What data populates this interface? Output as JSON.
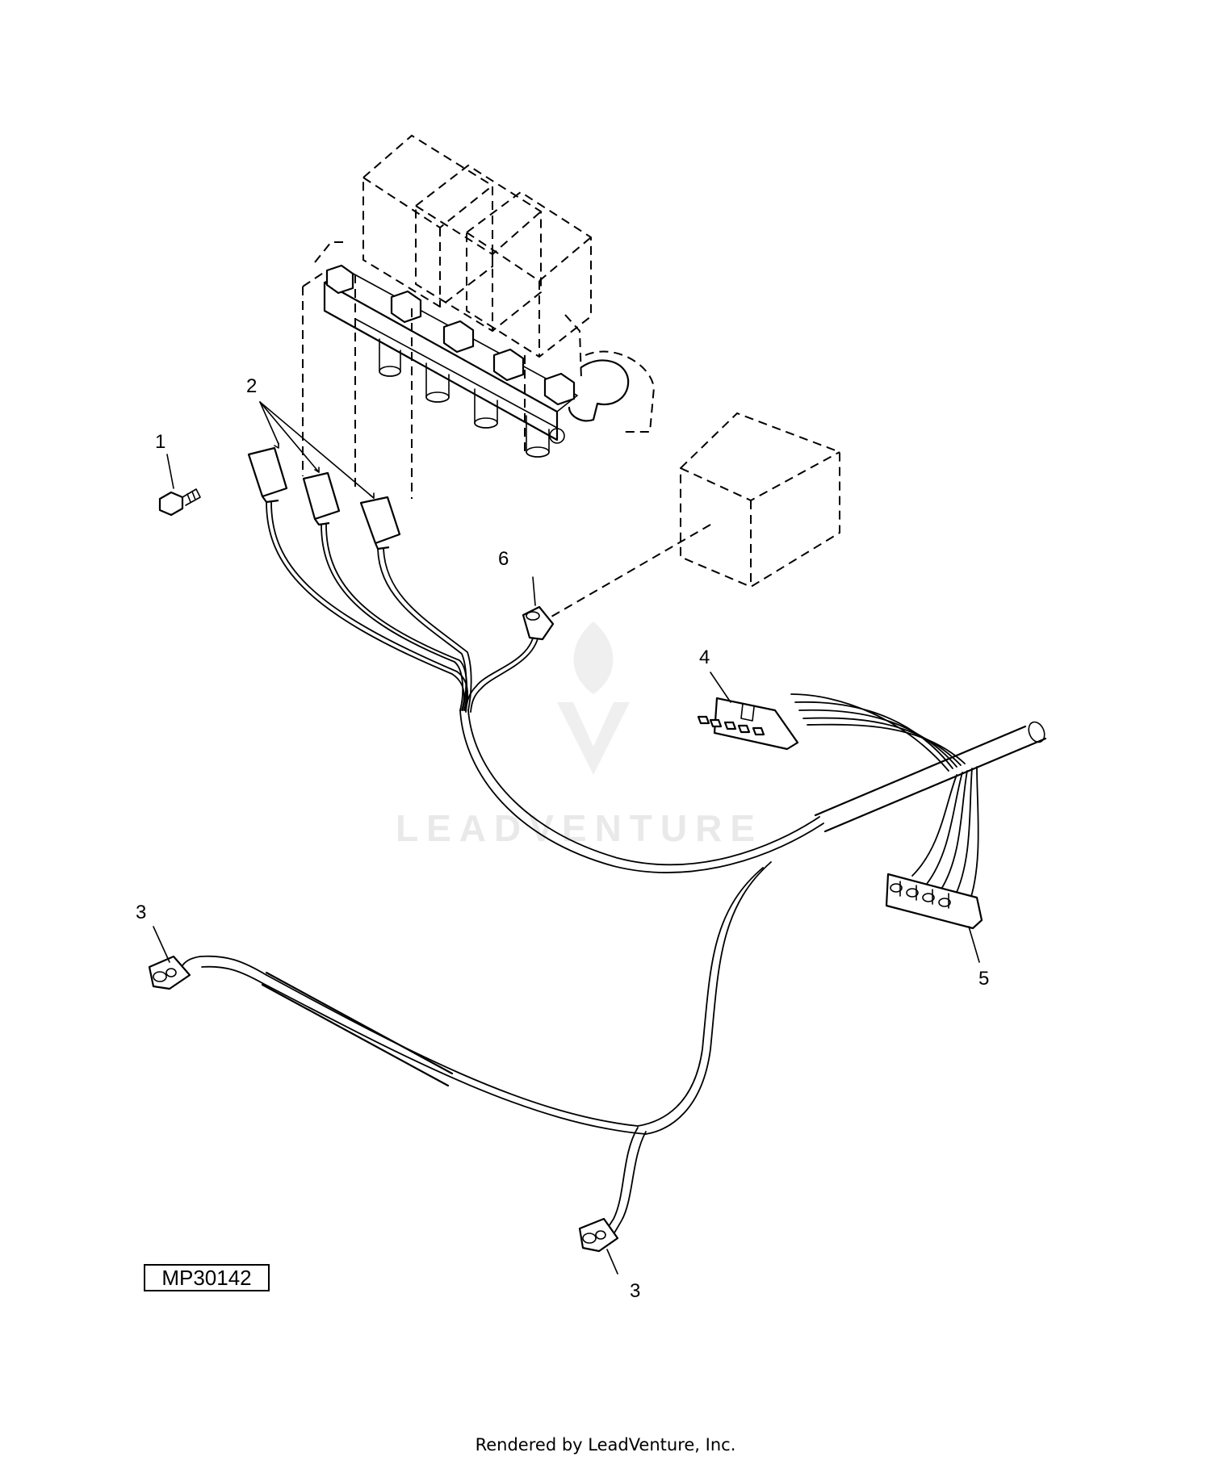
{
  "figure_code": "MP30142",
  "credit": "Rendered by LeadVenture, Inc.",
  "watermark": "LEADVENTURE",
  "callouts": {
    "c1": "1",
    "c2": "2",
    "c3a": "3",
    "c3b": "3",
    "c4": "4",
    "c5": "5",
    "c6": "6"
  }
}
